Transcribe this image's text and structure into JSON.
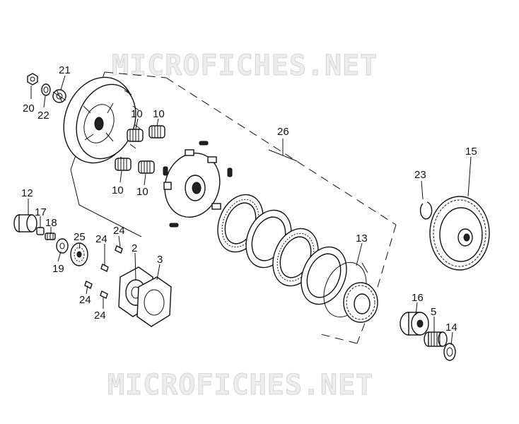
{
  "watermark": {
    "top": "MICROFICHES.NET",
    "bottom": "MICROFICHES.NET"
  },
  "callouts": [
    {
      "id": "c20",
      "label": "20"
    },
    {
      "id": "c22",
      "label": "22"
    },
    {
      "id": "c21",
      "label": "21"
    },
    {
      "id": "c10a",
      "label": "10"
    },
    {
      "id": "c10b",
      "label": "10"
    },
    {
      "id": "c10c",
      "label": "10"
    },
    {
      "id": "c10d",
      "label": "10"
    },
    {
      "id": "c26",
      "label": "26"
    },
    {
      "id": "c15",
      "label": "15"
    },
    {
      "id": "c23",
      "label": "23"
    },
    {
      "id": "c12",
      "label": "12"
    },
    {
      "id": "c17",
      "label": "17"
    },
    {
      "id": "c18",
      "label": "18"
    },
    {
      "id": "c19",
      "label": "19"
    },
    {
      "id": "c25",
      "label": "25"
    },
    {
      "id": "c24a",
      "label": "24"
    },
    {
      "id": "c24b",
      "label": "24"
    },
    {
      "id": "c24c",
      "label": "24"
    },
    {
      "id": "c24d",
      "label": "24"
    },
    {
      "id": "c2",
      "label": "2"
    },
    {
      "id": "c3",
      "label": "3"
    },
    {
      "id": "c13",
      "label": "13"
    },
    {
      "id": "c16",
      "label": "16"
    },
    {
      "id": "c5",
      "label": "5"
    },
    {
      "id": "c14",
      "label": "14"
    }
  ]
}
